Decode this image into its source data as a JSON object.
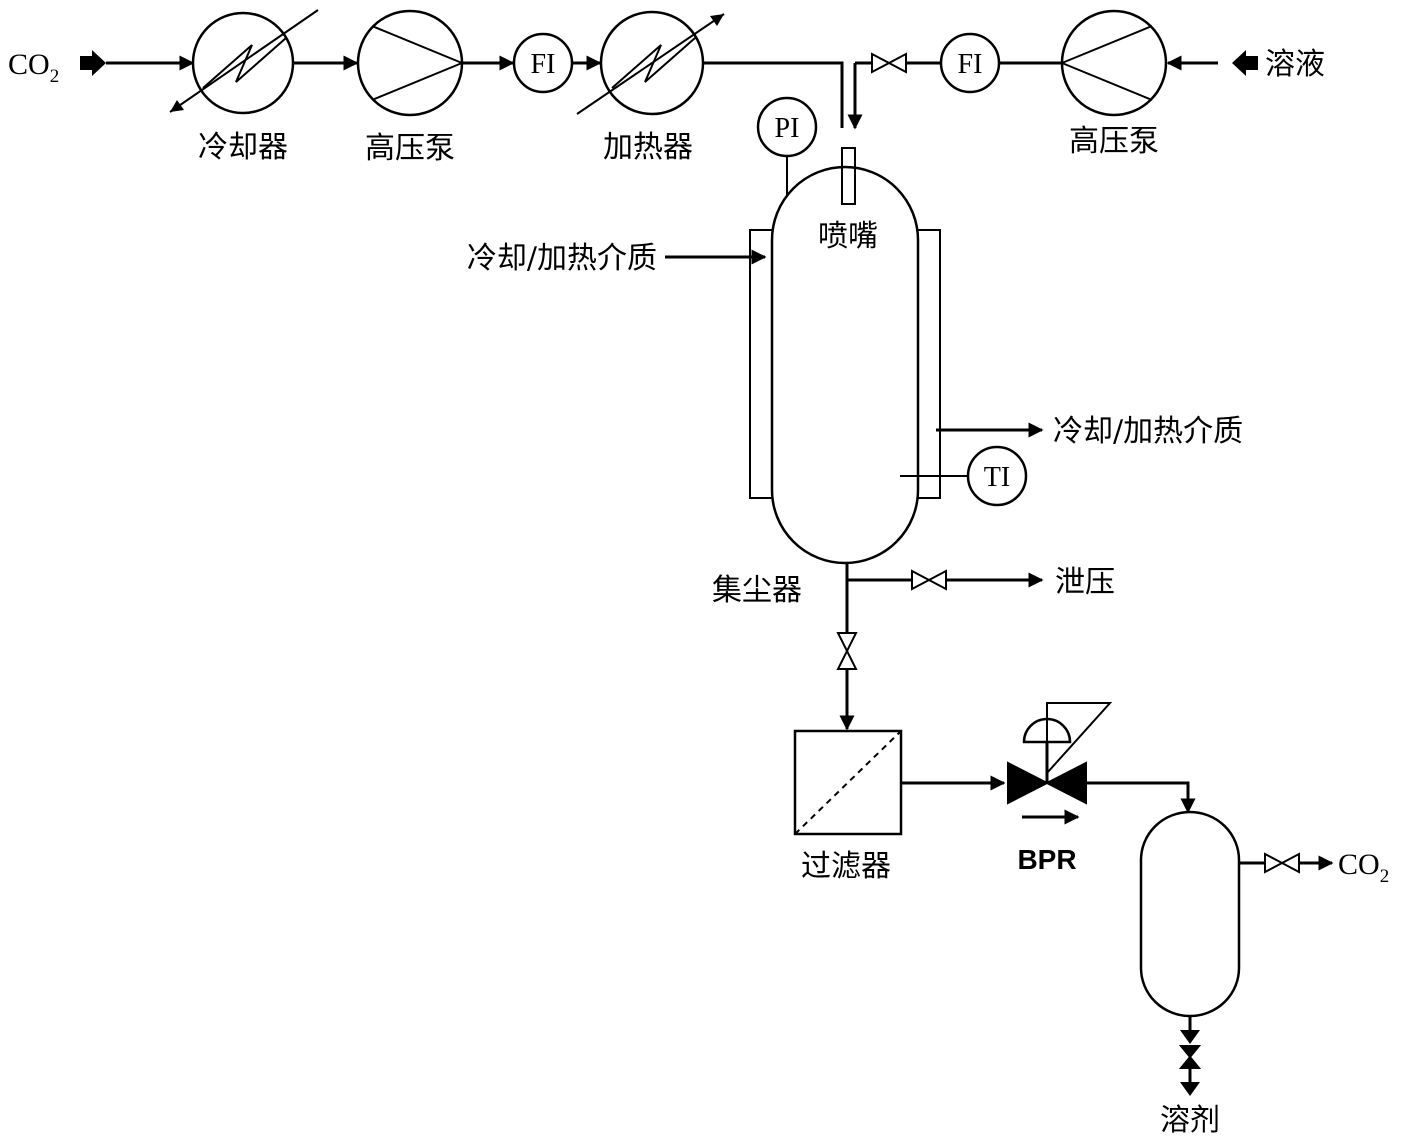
{
  "labels": {
    "co2_in": "CO",
    "co2_in_sub": "2",
    "cooler": "冷却器",
    "pump1": "高压泵",
    "fi1": "FI",
    "heater": "加热器",
    "pi": "PI",
    "fi2": "FI",
    "pump2": "高压泵",
    "solution": "溶液",
    "nozzle": "喷嘴",
    "medium_in": "冷却/加热介质",
    "medium_out": "冷却/加热介质",
    "ti": "TI",
    "collector": "集尘器",
    "depressurize": "泄压",
    "filter": "过滤器",
    "bpr": "BPR",
    "co2_out": "CO",
    "co2_out_sub": "2",
    "solvent": "溶剂"
  }
}
